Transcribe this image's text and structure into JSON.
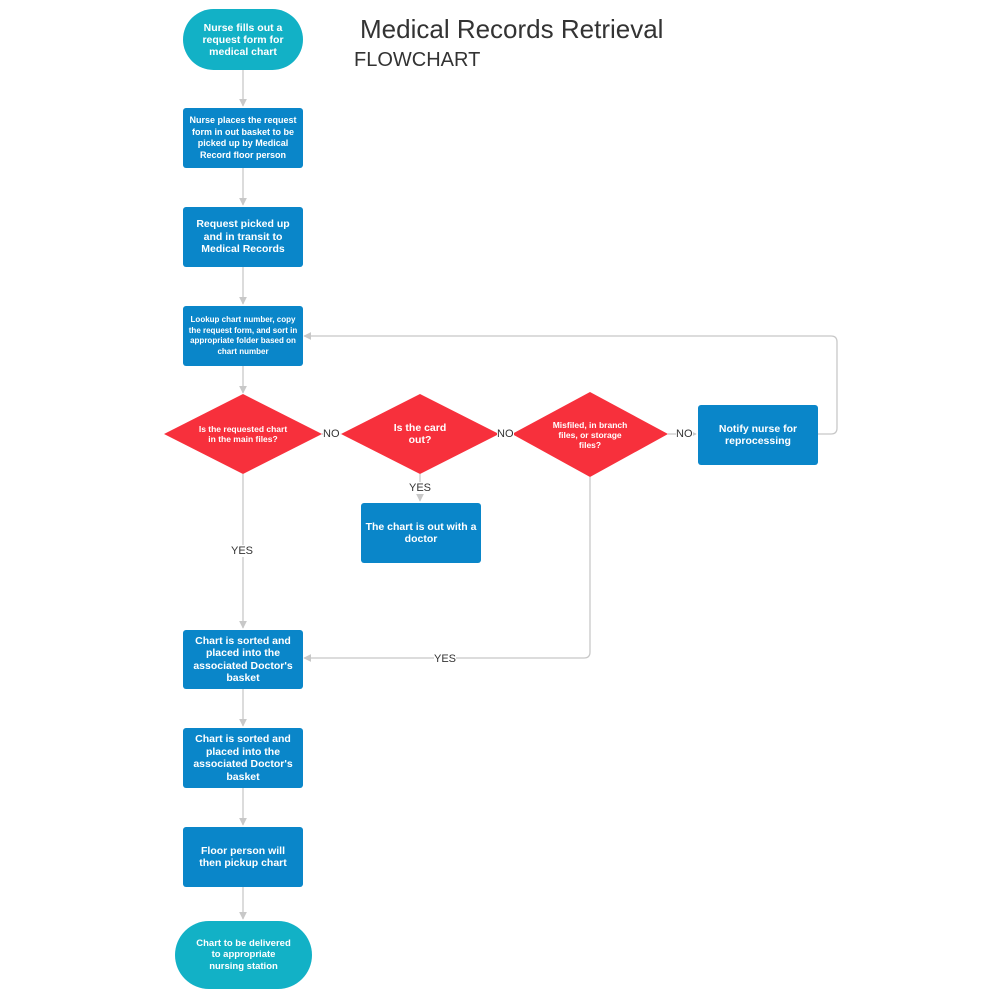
{
  "header": {
    "title": "Medical Records Retrieval",
    "subtitle": "FLOWCHART"
  },
  "colors": {
    "terminal": "#12b1c6",
    "process": "#0a86c9",
    "decision": "#f7303c",
    "connector": "#c8c8c8",
    "label_text": "#333333"
  },
  "nodes": {
    "start": "Nurse fills out a request form for medical chart",
    "place_request": "Nurse places the request form in out basket to be picked up by Medical Record floor person",
    "in_transit": "Request picked up and in transit to Medical Records",
    "lookup": "Lookup chart number, copy the request form, and sort in appropriate folder based on chart number",
    "decision_main_files": "Is the requested chart in the main files?",
    "decision_card_out": "Is the card out?",
    "decision_misfiled": "Misfiled, in branch files, or storage files?",
    "notify_nurse": "Notify nurse for reprocessing",
    "chart_with_doctor": "The chart is out with a doctor",
    "sorted_1": "Chart is sorted and placed into the associated Doctor's basket",
    "sorted_2": "Chart is sorted and placed into the associated Doctor's basket",
    "floor_pickup": "Floor person will then pickup chart",
    "end": "Chart to be delivered to appropriate nursing station"
  },
  "edge_labels": {
    "main_no": "NO",
    "card_no": "NO",
    "misfiled_no": "NO",
    "card_yes": "YES",
    "main_yes": "YES",
    "misfiled_yes": "YES"
  }
}
